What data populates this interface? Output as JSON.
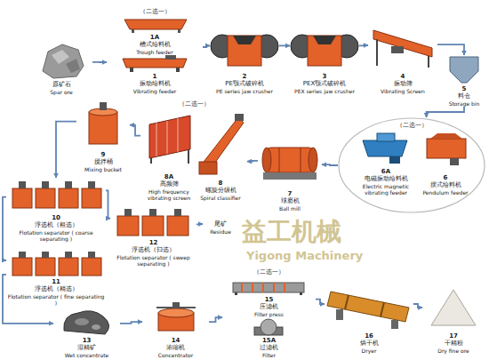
{
  "diagram": {
    "nodes": [
      {
        "text": [
          "原矿石",
          "Spar ore"
        ]
      },
      {
        "text": [
          "（二选一）"
        ]
      },
      {
        "text": [
          "1A",
          "槽式给料机",
          "Trough feeder"
        ],
        "in": 1
      },
      {
        "text": [
          "1",
          "振动给料机",
          "Vibrating feeder"
        ],
        "in": 1
      },
      {
        "text": [
          "2",
          "PE颚式破碎机",
          "PE series jaw crusher"
        ]
      },
      {
        "text": [
          "3",
          "PEX颚式破碎机",
          "PEX series jaw crusher"
        ]
      },
      {
        "text": [
          "4",
          "振动筛",
          "Vibrating Screen"
        ]
      },
      {
        "text": [
          "5",
          "料仓",
          "Storage bin"
        ]
      },
      {
        "text": [
          "（二选一）"
        ]
      },
      {
        "text": [
          "6A",
          "电磁振动给料机",
          "Electric magnetic vibrating feeder"
        ],
        "in": 8
      },
      {
        "text": [
          "6",
          "摆式给料机",
          "Pendulum feeder"
        ],
        "in": 8
      },
      {
        "text": [
          "7",
          "球磨机",
          "Ball mill"
        ]
      },
      {
        "text": [
          "（二选一）"
        ]
      },
      {
        "text": [
          "8",
          "螺旋分级机",
          "Spiral classifier"
        ],
        "in": 12
      },
      {
        "text": [
          "8A",
          "高频筛",
          "High frequency vibrating screen"
        ],
        "in": 12
      },
      {
        "text": [
          "9",
          "搅拌桶",
          "Mixing bucket"
        ]
      },
      {
        "text": [
          "10",
          "浮选机（粗选）",
          "Flotation separator ( coarse separating )"
        ]
      },
      {
        "text": [
          "12",
          "浮选机（扫选）",
          "Flotation separator ( sweep separating )"
        ]
      },
      {
        "text": [
          "尾矿",
          "Residue"
        ]
      },
      {
        "text": [
          "11",
          "浮选机（精选）",
          "Flotation separator ( fine separating )"
        ]
      },
      {
        "text": [
          "13",
          "湿精矿",
          "Wet concentrate"
        ]
      },
      {
        "text": [
          "14",
          "浓缩机",
          "Concentrator"
        ]
      },
      {
        "text": [
          "（二选一）"
        ]
      },
      {
        "text": [
          "15",
          "压滤机",
          "Filter press"
        ],
        "in": 22
      },
      {
        "text": [
          "15A",
          "过滤机",
          "Filter"
        ],
        "in": 22
      },
      {
        "text": [
          "16",
          "烘干机",
          "Dryer"
        ]
      },
      {
        "text": [
          "17",
          "干精粉",
          "Dry fine ore"
        ]
      }
    ],
    "edges": [
      {
        "from": 0,
        "to": 1,
        "arrow": "to"
      },
      {
        "from": 1,
        "to": 4,
        "arrow": "to"
      },
      {
        "from": 4,
        "to": 5,
        "arrow": "to"
      },
      {
        "from": 5,
        "to": 6,
        "arrow": "to"
      },
      {
        "from": 6,
        "to": 7,
        "arrow": "to"
      },
      {
        "from": 7,
        "to": 8,
        "arrow": "to"
      },
      {
        "from": 8,
        "to": 11,
        "arrow": "to"
      },
      {
        "from": 11,
        "to": 12,
        "arrow": "to"
      },
      {
        "from": 12,
        "to": 15,
        "arrow": "to"
      },
      {
        "from": 15,
        "to": 16,
        "arrow": "to"
      },
      {
        "from": 16,
        "to": 17,
        "arrow": "to"
      },
      {
        "from": 17,
        "to": 18,
        "arrow": "to"
      },
      {
        "from": 16,
        "to": 19,
        "arrow": "to"
      },
      {
        "from": 19,
        "to": 20,
        "arrow": "to"
      },
      {
        "from": 20,
        "to": 21,
        "arrow": "to"
      },
      {
        "from": 21,
        "to": 22,
        "arrow": "to"
      },
      {
        "from": 22,
        "to": 25,
        "arrow": "to"
      },
      {
        "from": 25,
        "to": 26,
        "arrow": "to"
      }
    ],
    "labels": [
      "益工机械",
      "Yigong Machinery"
    ]
  }
}
